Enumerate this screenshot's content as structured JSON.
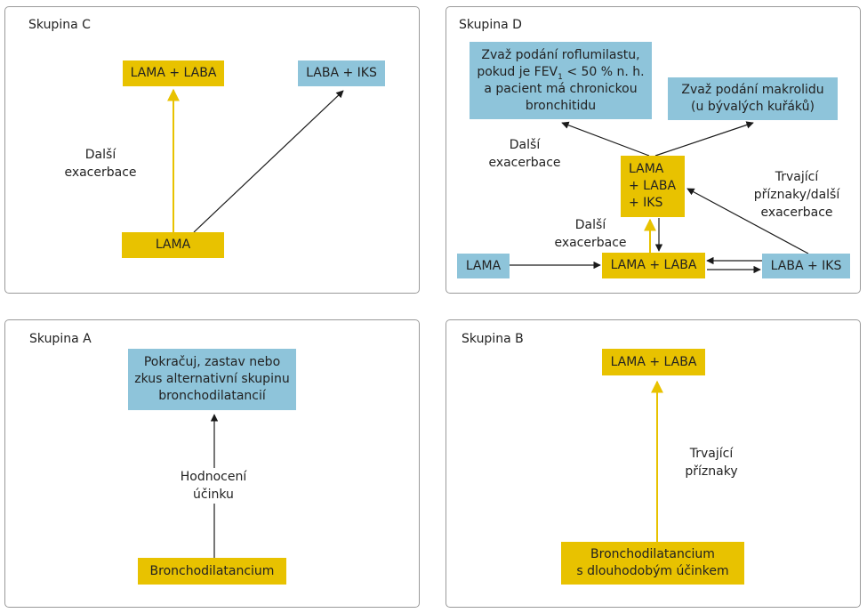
{
  "colors": {
    "yellow": "#e8c200",
    "blue": "#8ec4da",
    "arrow_black": "#1a1a1a",
    "arrow_yellow": "#e8c200"
  },
  "groupC": {
    "title": "Skupina C",
    "box_lama_laba": "LAMA + LABA",
    "box_laba_iks": "LABA + IKS",
    "box_lama": "LAMA",
    "label_line1": "Další",
    "label_line2": "exacerbace"
  },
  "groupD": {
    "title": "Skupina D",
    "roflumilast_line1": "Zvaž podání roflumilastu,",
    "roflumilast_line2_pre": "pokud je FEV",
    "roflumilast_line2_sub": "1",
    "roflumilast_line2_post": " < 50 % n. h.",
    "roflumilast_line3": "a pacient má chronickou",
    "roflumilast_line4": "bronchitidu",
    "makrolid_line1": "Zvaž podání makrolidu",
    "makrolid_line2": "(u bývalých kuřáků)",
    "triple_line1": "LAMA",
    "triple_line2": "+ LABA",
    "triple_line3": "+ IKS",
    "box_lama": "LAMA",
    "box_lama_laba": "LAMA + LABA",
    "box_laba_iks": "LABA + IKS",
    "label_left_line1": "Další",
    "label_left_line2": "exacerbace",
    "label_mid_line1": "Další",
    "label_mid_line2": "exacerbace",
    "label_right_line1": "Trvající",
    "label_right_line2": "příznaky/další",
    "label_right_line3": "exacerbace"
  },
  "groupA": {
    "title": "Skupina A",
    "top_line1": "Pokračuj, zastav nebo",
    "top_line2": "zkus alternativní skupinu",
    "top_line3": "bronchodilatancií",
    "bottom": "Bronchodilatancium",
    "label_line1": "Hodnocení",
    "label_line2": "účinku"
  },
  "groupB": {
    "title": "Skupina B",
    "top": "LAMA + LABA",
    "bottom_line1": "Bronchodilatancium",
    "bottom_line2": "s dlouhodobým účinkem",
    "label_line1": "Trvající",
    "label_line2": "příznaky"
  }
}
